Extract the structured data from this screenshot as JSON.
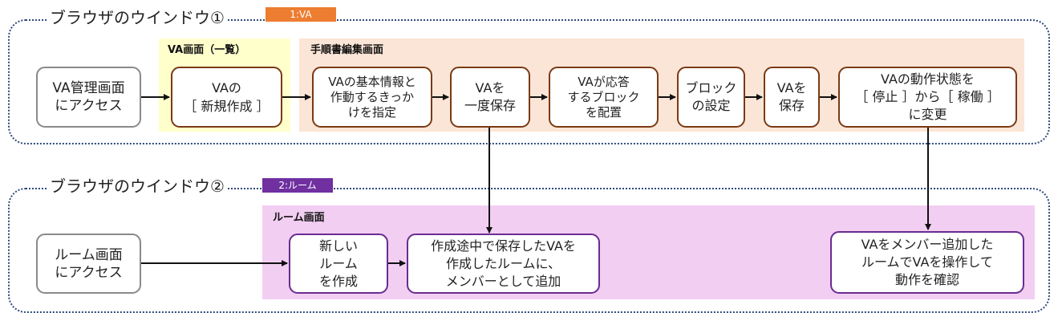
{
  "windows": [
    {
      "title": "ブラウザのウインドウ①",
      "tag": "1:VA",
      "tag_color": "#ed7d31",
      "border_color": "#2e4a7a"
    },
    {
      "title": "ブラウザのウインドウ②",
      "tag": "2:ルーム",
      "tag_color": "#7030a0",
      "border_color": "#2e4a7a"
    }
  ],
  "regions": {
    "va_list": {
      "label": "VA画面（一覧）",
      "color": "#ffffcc"
    },
    "procedure": {
      "label": "手順書編集画面",
      "color": "#fbe5d6"
    },
    "room": {
      "label": "ルーム画面",
      "color": "#f2cef2"
    }
  },
  "nodes": {
    "va_access": "VA管理画面\nにアクセス",
    "va_new": "VAの\n［ 新規作成 ］",
    "va_basic": "VAの基本情報と\n作動するきっか\nけを指定",
    "va_save_once": "VAを\n一度保存",
    "va_blocks": "VAが応答\nするブロック\nを配置",
    "block_settings": "ブロック\nの設定",
    "va_save": "VAを\n保存",
    "va_status": "VAの動作状態を\n［ 停止 ］から［ 稼働 ］\nに変更",
    "room_access": "ルーム画面\nにアクセス",
    "room_create": "新しい\nルーム\nを作成",
    "add_member": "作成途中で保存したVAを\n作成したルームに、\nメンバーとして追加",
    "confirm": "VAをメンバー追加した\nルームでVAを操作して\n動作を確認"
  },
  "colors": {
    "gray_border": "#8a8a8a",
    "brown_border": "#7a3a14",
    "purple_border": "#6a2c91",
    "arrow": "#111111"
  }
}
